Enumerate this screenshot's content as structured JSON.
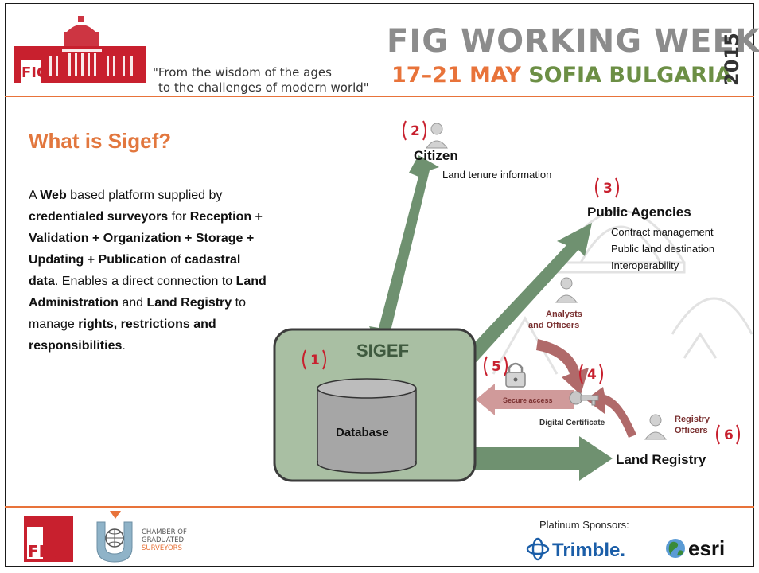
{
  "header": {
    "logo_text": "FIG",
    "tagline_line1": "\"From the wisdom of the ages",
    "tagline_line2": "to the challenges of modern world\"",
    "event_title": "FIG WORKING WEEK",
    "event_year": "2015",
    "event_dates": "17–21 MAY",
    "event_location": "SOFIA BULGARIA"
  },
  "slide": {
    "title": "What is Sigef?",
    "body": {
      "p1": "A ",
      "web": "Web",
      "p2": " based platform supplied by ",
      "surveyors": "credentialed surveyors",
      "p3": " for ",
      "processes": "Reception + Validation + Organization + Storage + Updating + Publication",
      "p4": " of ",
      "cadastral": "cadastral data",
      "p5": ". Enables a direct connection to ",
      "land_admin": "Land Administration",
      "p6": " and ",
      "land_registry": "Land Registry",
      "p7": " to manage ",
      "rights": "rights, restrictions and responsibilities",
      "p8": "."
    }
  },
  "diagram": {
    "sigef": "SIGEF",
    "database": "Database",
    "citizen": "Citizen",
    "citizen_info": "Land tenure information",
    "public_agencies": "Public Agencies",
    "agency_items": [
      "Contract management",
      "Public land destination",
      "Interoperability"
    ],
    "analysts_line1": "Analysts",
    "analysts_line2": "and Officers",
    "secure_access": "Secure access",
    "digital_certificate": "Digital Certificate",
    "registry_line1": "Registry",
    "registry_line2": "Officers",
    "land_registry": "Land Registry",
    "markers": [
      "1",
      "2",
      "3",
      "4",
      "5",
      "6"
    ]
  },
  "footer": {
    "fig_logo": "FIG",
    "chamber_line1": "CHAMBER OF",
    "chamber_line2": "GRADUATED",
    "chamber_line3": "SURVEYORS",
    "sponsors_label": "Platinum Sponsors:",
    "trimble": "Trimble.",
    "esri": "esri"
  },
  "colors": {
    "accent_orange": "#e2773e",
    "fig_red": "#c8202e",
    "arrow_green": "#6f9170",
    "box_green": "#a9bfa3",
    "arrow_red": "#b86a6a"
  }
}
